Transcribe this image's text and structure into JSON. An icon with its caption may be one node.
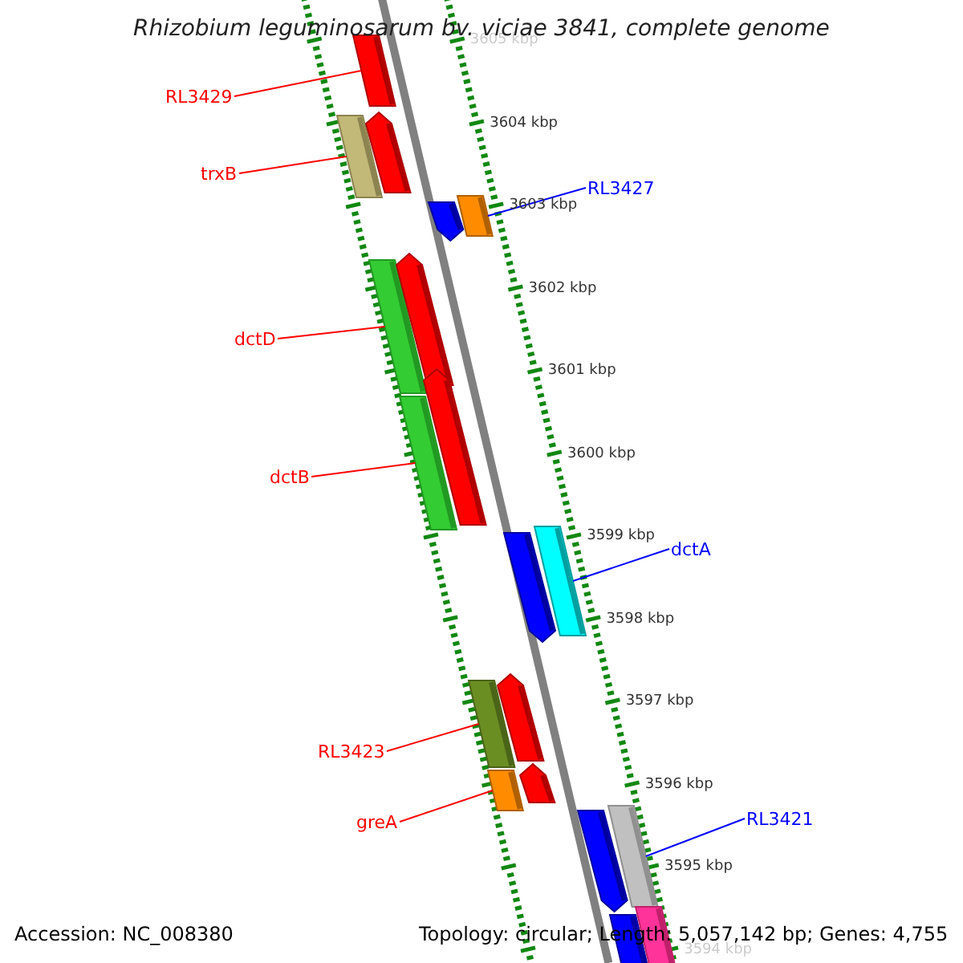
{
  "diagram": {
    "title": "Rhizobium leguminosarum bv. viciae 3841, complete genome",
    "nodes": [
      {
        "text": [],
        "shape": "bar"
      },
      {
        "text": [],
        "shape": "bar"
      },
      {
        "text": [],
        "shape": "arrow"
      },
      {
        "text": [],
        "shape": "arrow"
      },
      {
        "text": [],
        "shape": "bar"
      },
      {
        "text": [],
        "shape": "bar"
      },
      {
        "text": [],
        "shape": "arrow"
      },
      {
        "text": [],
        "shape": "bar"
      },
      {
        "text": [],
        "shape": "arrow"
      },
      {
        "text": [],
        "shape": "arrow"
      },
      {
        "text": [],
        "shape": "bar"
      },
      {
        "text": [],
        "shape": "bar"
      },
      {
        "text": [],
        "shape": "arrow"
      },
      {
        "text": [],
        "shape": "bar"
      },
      {
        "text": [],
        "shape": "arrow"
      },
      {
        "text": [],
        "shape": "arrow"
      },
      {
        "text": [],
        "shape": "bar"
      },
      {
        "text": [],
        "shape": "bar"
      },
      {
        "text": [],
        "shape": "bar"
      },
      {
        "text": [
          "RL3429"
        ]
      },
      {
        "text": [
          "trxB"
        ]
      },
      {
        "text": [
          "dctD"
        ]
      },
      {
        "text": [
          "dctB"
        ]
      },
      {
        "text": [
          "RL3423"
        ]
      },
      {
        "text": [
          "greA"
        ]
      },
      {
        "text": [
          "RL3427"
        ]
      },
      {
        "text": [
          "dctA"
        ]
      },
      {
        "text": [
          "RL3421"
        ]
      }
    ],
    "edges": [
      {
        "from": 19,
        "to": 0,
        "arrow": "none"
      },
      {
        "from": 20,
        "to": 1,
        "arrow": "none"
      },
      {
        "from": 21,
        "to": 5,
        "arrow": "none"
      },
      {
        "from": 22,
        "to": 7,
        "arrow": "none"
      },
      {
        "from": 23,
        "to": 11,
        "arrow": "none"
      },
      {
        "from": 24,
        "to": 13,
        "arrow": "none"
      },
      {
        "from": 25,
        "to": 4,
        "arrow": "none",
        "color": "#0000ff"
      },
      {
        "from": 26,
        "to": 10,
        "arrow": "none",
        "color": "#0000ff"
      },
      {
        "from": 27,
        "to": 16,
        "arrow": "none",
        "color": "#0000ff"
      }
    ],
    "labels": [
      "3605 kbp",
      "3604 kbp",
      "3603 kbp",
      "3602 kbp",
      "3601 kbp",
      "3600 kbp",
      "3599 kbp",
      "3598 kbp",
      "3597 kbp",
      "3596 kbp",
      "3595 kbp",
      "3594 kbp",
      "Accession: NC_008380",
      "Topology: circular; Length: 5,057,142 bp; Genes: 4,755"
    ]
  }
}
